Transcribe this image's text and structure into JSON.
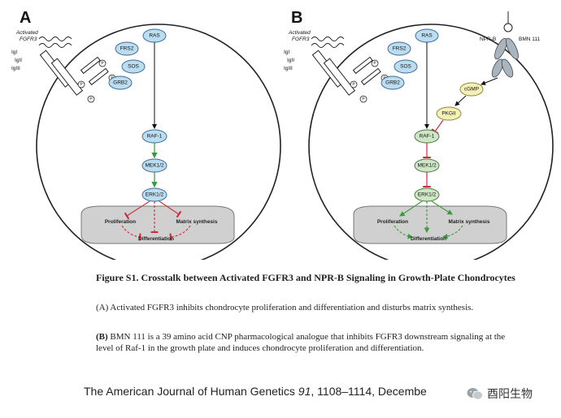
{
  "panels": {
    "a": {
      "letter": "A",
      "receptor": [
        "Activated",
        "FGFR3"
      ],
      "domains": [
        "IgI",
        "IgII",
        "IgIII"
      ],
      "phospho": "P",
      "nodes": {
        "ras": "RAS",
        "frs2": "FRS2",
        "sos": "SOS",
        "grb2": "GRB2",
        "raf": "RAF-1",
        "mek": "MEK1/2",
        "erk": "ERK1/2"
      },
      "outcomes": {
        "proliferation": "Proliferation",
        "matrix": "Matrix synthesis",
        "differentiation": "Differentiation"
      }
    },
    "b": {
      "letter": "B",
      "receptor": [
        "Activated",
        "FGFR3"
      ],
      "domains": [
        "IgI",
        "IgII",
        "IgIII"
      ],
      "phospho": "P",
      "nodes": {
        "ras": "RAS",
        "frs2": "FRS2",
        "sos": "SOS",
        "grb2": "GRB2",
        "raf": "RAF-1",
        "mek": "MEK1/2",
        "erk": "ERK1/2",
        "cgmp": "cGMP",
        "pkg": "PKGII"
      },
      "npr": "NPR-B",
      "drug": "BMN 111",
      "outcomes": {
        "proliferation": "Proliferation",
        "matrix": "Matrix synthesis",
        "differentiation": "Differentiation"
      }
    }
  },
  "caption": {
    "title": "Figure S1. Crosstalk between Activated FGFR3 and NPR-B Signaling in Growth-Plate Chondrocytes",
    "a_text": "(A) Activated FGFR3 inhibits chondrocyte proliferation and differentiation and disturbs matrix synthesis.",
    "b_label": "(B)",
    "b_text": " BMN 111 is a 39 amino acid CNP pharmacological analogue that inhibits FGFR3 downstream signaling at the level of Raf-1 in the growth plate and induces chondrocyte proliferation and differentiation."
  },
  "citation": {
    "journal": "The American Journal of Human Genetics",
    "volume": "91",
    "rest": ", 1108–1114, Decembe"
  },
  "watermark": {
    "text": "酉阳生物",
    "icon": "wechat-icon"
  },
  "colors": {
    "node_blue": "#bcdcf0",
    "node_green": "#cfe6c6",
    "node_yellow": "#f4f0b8",
    "inhibit_red": "#d02a3a",
    "activate_green": "#3a9a3a"
  }
}
